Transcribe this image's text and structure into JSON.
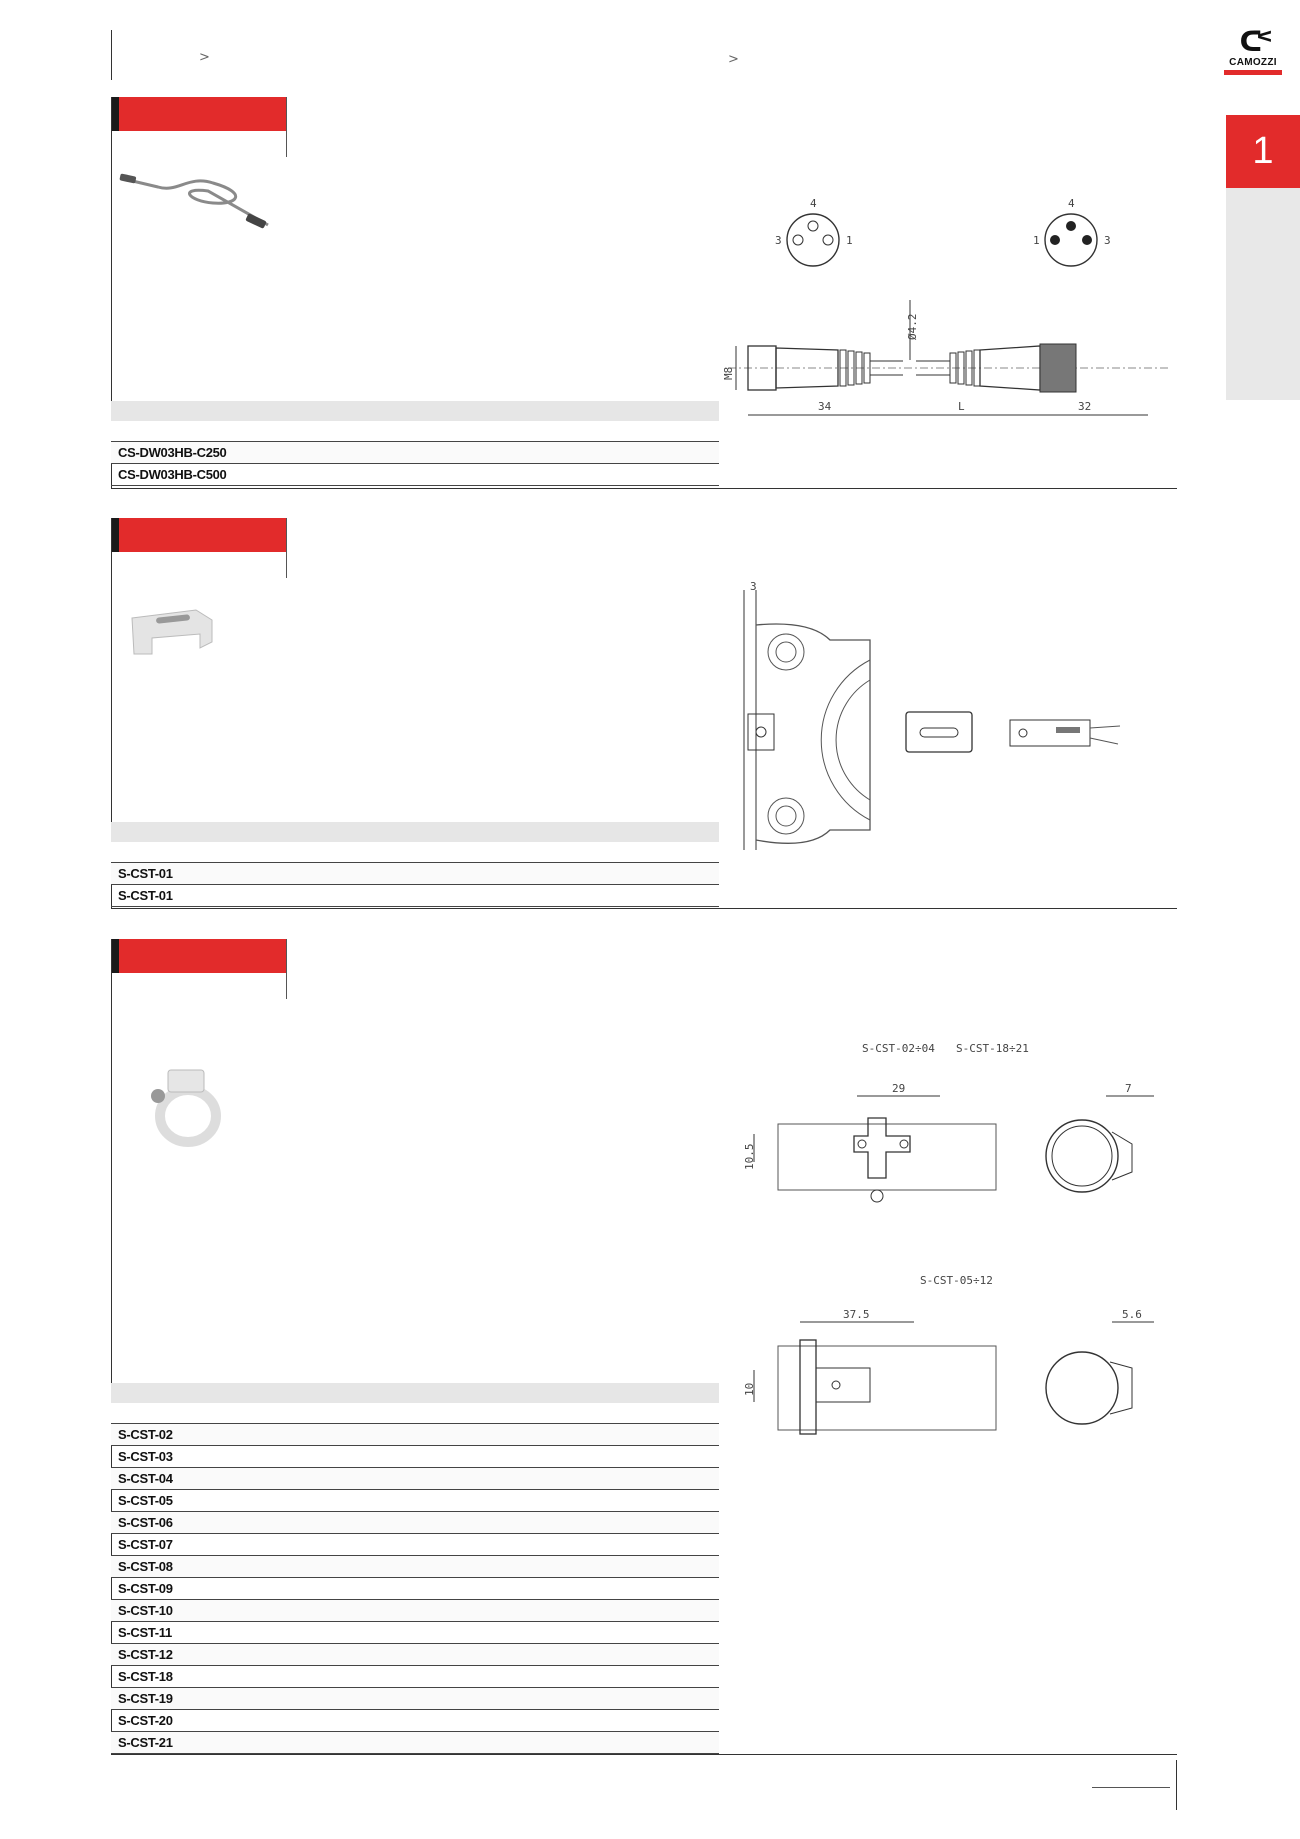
{
  "header": {
    "breadcrumb_separators": [
      ">",
      ">"
    ]
  },
  "brand": {
    "logo_text": "CAMOZZI",
    "accent_color": "#e22b2b"
  },
  "side_tab": {
    "number": "1"
  },
  "sections": [
    {
      "rows": [
        "CS-DW03HB-C250",
        "CS-DW03HB-C500"
      ],
      "drawing": {
        "pin_labels_left": [
          "4",
          "3",
          "1"
        ],
        "pin_labels_right": [
          "4",
          "1",
          "3"
        ],
        "dim_diameter": "Ø4.2",
        "dim_thread": "M8",
        "dim_left": "34",
        "dim_middle": "L",
        "dim_right": "32"
      }
    },
    {
      "rows": [
        "S-CST-01",
        "S-CST-01"
      ],
      "drawing": {
        "dim_top": "3"
      }
    },
    {
      "rows": [
        "S-CST-02",
        "S-CST-03",
        "S-CST-04",
        "S-CST-05",
        "S-CST-06",
        "S-CST-07",
        "S-CST-08",
        "S-CST-09",
        "S-CST-10",
        "S-CST-11",
        "S-CST-12",
        "S-CST-18",
        "S-CST-19",
        "S-CST-20",
        "S-CST-21"
      ],
      "drawing": {
        "title_a": "S-CST-02÷04",
        "title_b": "S-CST-18÷21",
        "dim_a_width": "29",
        "dim_a_height": "10.5",
        "dim_a_side": "7",
        "title_c": "S-CST-05÷12",
        "dim_c_width": "37.5",
        "dim_c_height": "10",
        "dim_c_side": "5.6"
      }
    }
  ]
}
